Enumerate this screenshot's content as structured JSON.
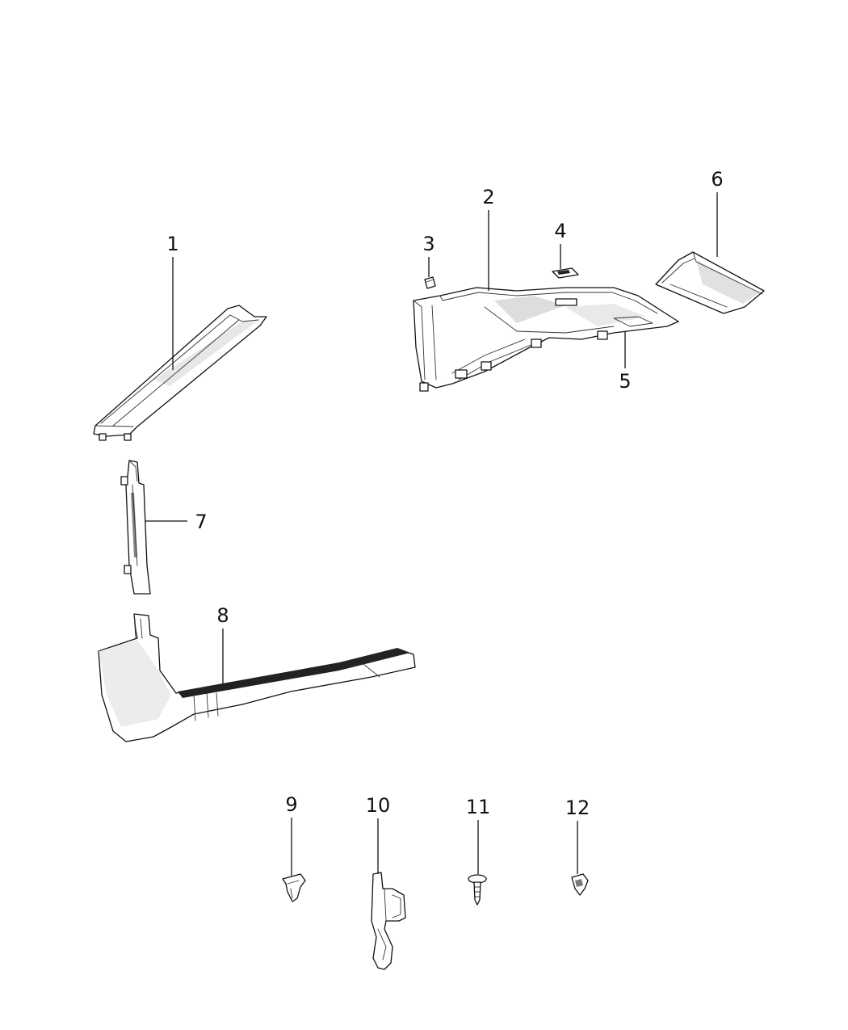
{
  "callouts": [
    {
      "id": "1",
      "label": "1"
    },
    {
      "id": "2",
      "label": "2"
    },
    {
      "id": "3",
      "label": "3"
    },
    {
      "id": "4",
      "label": "4"
    },
    {
      "id": "5",
      "label": "5"
    },
    {
      "id": "6",
      "label": "6"
    },
    {
      "id": "7",
      "label": "7"
    },
    {
      "id": "8",
      "label": "8"
    },
    {
      "id": "9",
      "label": "9"
    },
    {
      "id": "10",
      "label": "10"
    },
    {
      "id": "11",
      "label": "11"
    },
    {
      "id": "12",
      "label": "12"
    }
  ],
  "colors": {
    "line": "#111111",
    "shade": "#d4d4d4",
    "background": "#ffffff"
  }
}
